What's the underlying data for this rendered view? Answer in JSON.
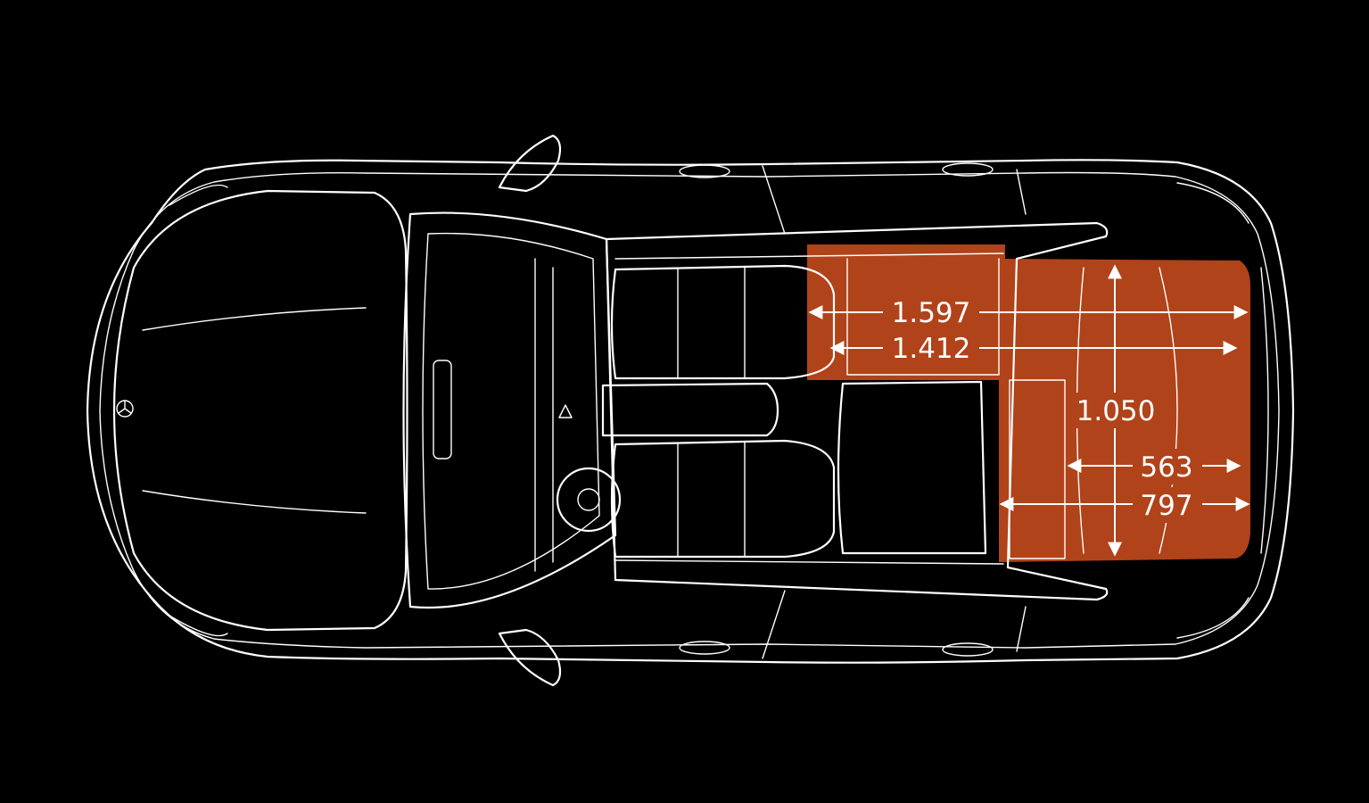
{
  "colors": {
    "background": "#000000",
    "outline": "#ffffff",
    "cargo_area": "#b0431a"
  },
  "dimensions": {
    "length_seats_folded": "1.597",
    "length_floor": "1.412",
    "width": "1.050",
    "length_behind_seats_upper": "563",
    "length_behind_seats_lower": "797"
  },
  "icons": {
    "logo": "three-pointed-star-icon",
    "hazard": "warning-triangle-icon"
  }
}
